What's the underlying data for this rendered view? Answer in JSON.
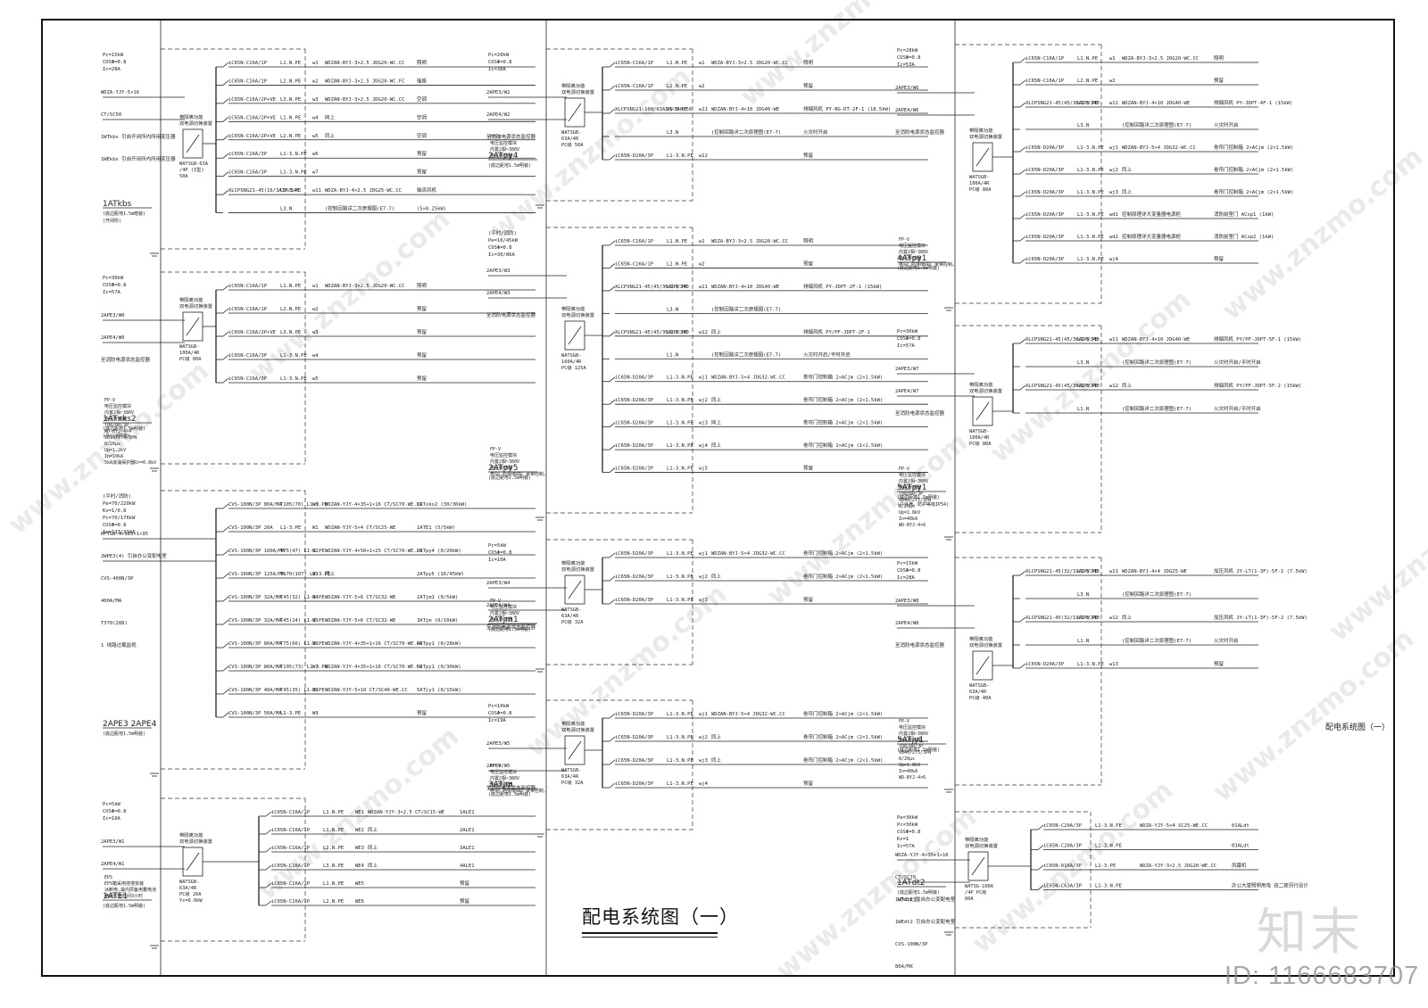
{
  "title": "配电系统图（一）",
  "corner_title": "配电系统图（一）",
  "logo_text": "知末",
  "id_text": "ID: 1166683707",
  "watermark_text": "www.znzmo.com",
  "panels": [
    {
      "name": "1ATkbs",
      "sub1": "(底边距地1.5m暗装)",
      "sub2": "(开闭所)",
      "params": [
        "Pc=15kW",
        "COSΦ=0.8",
        "Ic=28A"
      ],
      "inputs": [
        "WDZA-YJY-5×16",
        "CT/SC50",
        "1WTkbs  引自开闭所内所用变压器",
        "1WEkbs  引自开闭所内所用变压器"
      ],
      "switch": [
        "带隔离功能",
        "双电源切换装置",
        "WATSGB-63A",
        "/4P (I型)",
        "50A"
      ],
      "notes": [],
      "rows": [
        {
          "br": "iC65N-C16A/1P",
          "ph": "L1.N.PE",
          "code": "w1",
          "cable": "WDZAN-BYJ-3×2.5 JDG20-WC.CC",
          "load": "照明"
        },
        {
          "br": "iC65N-C16A/1P",
          "ph": "L2.N.PE",
          "code": "w2",
          "cable": "WDZAN-BYJ-3×2.5 JDG20-WC.FC",
          "load": "插座"
        },
        {
          "br": "iC65N-C16A/2P+VE",
          "ph": "L3.N.PE",
          "code": "w3",
          "cable": "WDZAN-BYJ-3×2.5 JDG20-WC.CC",
          "load": "空调"
        },
        {
          "br": "iC65N-C16A/2P+VE",
          "ph": "L1.N.PE",
          "code": "w4",
          "cable": "同上",
          "load": "空调"
        },
        {
          "br": "iC65N-C16A/2P+VE",
          "ph": "L2.N.PE",
          "code": "w5",
          "cable": "同上",
          "load": "空调"
        },
        {
          "br": "iC65N-C16A/3P",
          "ph": "L1-3.N.PE",
          "code": "w6",
          "cable": "",
          "load": "预留"
        },
        {
          "br": "iC65N-C16A/3P",
          "ph": "L1-3.N.PE",
          "code": "w7",
          "cable": "",
          "load": "预留"
        },
        {
          "br": "XLCPSNG21-45(16/3AIM/340",
          "ph": "L1-3.PE",
          "code": "w11",
          "cable": "WDZA-BYJ-4×2.5 JDG25-WC.CC",
          "load": "轴流风机"
        },
        {
          "br": "",
          "ph": "L3.N",
          "code": "",
          "cable": "(控制回路详二次原理图(E7-7)",
          "load": "(5×0.25kW)"
        }
      ]
    },
    {
      "name": "1ATxks2",
      "sub1": "(底边距地1.5m明装)",
      "sub2": "(办公消防室)",
      "params": [
        "Pc=30kW",
        "COSΦ=0.8",
        "Ic=57A"
      ],
      "inputs": [
        "2APE3/W0",
        "2APE4/W0",
        "至消防电源状态监控器"
      ],
      "switch": [
        "带隔离功能",
        "双电源切换装置",
        "WATSGB-",
        "100A/4R",
        "PC级 80A"
      ],
      "notes": [
        "FP-V",
        "电压监控模块",
        "内置2相~380V",
        "电压传感器",
        "T08/80/3P",
        "WD-BYJ-4×4",
        "VD10/275/3PN",
        "8/20μs",
        "Up=1.2kV",
        "In=10kA",
        "5kA浪涌保护器Ur=0.8kV"
      ],
      "rows": [
        {
          "br": "iC65N-C16A/1P",
          "ph": "L1.N.PE",
          "code": "w1",
          "cable": "WDZAN-BYJ-3×2.5 JDG20-WC.CC",
          "load": "照明"
        },
        {
          "br": "iC65N-C16A/1P",
          "ph": "L2.N.PE",
          "code": "w2",
          "cable": "",
          "load": "预留"
        },
        {
          "br": "iC65N-C16A/2P+VE",
          "ph": "L3.N.PE",
          "code": "w3",
          "cable": "",
          "load": "预留"
        },
        {
          "br": "iC65N-C16A/3P",
          "ph": "L1-3.N.PE",
          "code": "w4",
          "cable": "",
          "load": "预留"
        },
        {
          "br": "iC65N-C16A/3P",
          "ph": "L1-3.N.PE",
          "code": "w5",
          "cable": "",
          "load": "预留"
        }
      ]
    },
    {
      "name": "2APE3 2APE4",
      "sub1": "(底边距地1.5m明装)",
      "sub2": "",
      "params": [
        "(平时/消防)",
        "Pe=70/220kW",
        "Kx=1/0.8",
        "Pc=70/176kW",
        "COSΦ=0.8",
        "Ic=133/334A"
      ],
      "inputs": [
        "HFTGB-4×185+1×95",
        "2WPE3(4)  引自办公变配电室",
        "CVS-400N/3P",
        "400A/MA",
        "T370(288)",
        "1  线路过载监视"
      ],
      "switch": [],
      "notes": [],
      "rows": [
        {
          "br": "CVS-100N/3P 80A/MA",
          "ph": "T105(70) L1-3.PE",
          "code": "W0",
          "cable": "WDZAN-YJY-4×35+1×16 CT/SC70-WE.CC",
          "load": "1ATxks2 (30/30kW)"
        },
        {
          "br": "CVS-100N/3P 20A",
          "ph": "L1-3.PE",
          "code": "W1",
          "cable": "WDZAN-YJY-5×4 CT/SC25-WE",
          "load": "1ATE1 (5/5kW)"
        },
        {
          "br": "CVS-100N/3P 100A/MA",
          "ph": "T75(47) L1-3.PE",
          "code": "W2",
          "cable": "WDZAN-YJY-4×50+1×25 CT/SC70-WE.CC",
          "load": "2ATpy4 (0/20kW)"
        },
        {
          "br": "CVS-160N/3P 125A/MA",
          "ph": "T170(107) L1-3.PE",
          "code": "W3",
          "cable": "同上",
          "load": "2ATpy5 (16/45kW)"
        },
        {
          "br": "CVS-100N/3P 32A/MA",
          "ph": "T45(32) L1-3.PE",
          "code": "W4",
          "cable": "WDZAN-YJY-5×6 CT/SC32-WE",
          "load": "2ATjm1 (0/5kW)"
        },
        {
          "br": "CVS-100N/3P 32A/MA",
          "ph": "T45(24) L1-3.PE",
          "code": "W5",
          "cable": "WDZAN-YJY-5×6 CT/SC32-WE",
          "load": "3ATjm (0/10kW)"
        },
        {
          "br": "CVS-100N/3P 80A/MA",
          "ph": "T75(66) L1-3.PE",
          "code": "W6",
          "cable": "WDZAN-YJY-4×35+1×16 CT/SC70-WE.CC",
          "load": "4ATpy1 (0/28kW)"
        },
        {
          "br": "CVS-100N/3P 80A/MA",
          "ph": "T105(73) L1-3.PE",
          "code": "W7",
          "cable": "WDZAN-YJY-4×35+1×16 CT/SC70-WE.CC",
          "load": "5ATpy1 (0/30kW)"
        },
        {
          "br": "CVS-100N/3P 40A/MA",
          "ph": "T45(35) L1-3.PE",
          "code": "W8",
          "cable": "WDZAN-YJY-5×10 CT/SC40-WE.CC",
          "load": "5ATjy1 (0/15kW)"
        },
        {
          "br": "CVS-100N/3P 50A/MA",
          "ph": "L1-3.PE",
          "code": "W9",
          "cable": "",
          "load": "预留"
        }
      ]
    },
    {
      "name": "1ATE1",
      "sub1": "(底边距地1.5m明装)",
      "sub2": "",
      "params": [
        "Pc=5kW",
        "COSΦ=0.8",
        "Ic=10A"
      ],
      "inputs": [
        "2APE3/W1",
        "2APE4/W1"
      ],
      "switch": [
        "带隔离功能",
        "双电源切换装置",
        "WATSGB-",
        "63A/4R",
        "PC级 20A",
        "Yc=6.0kW"
      ],
      "notes": [
        "EPS",
        "EPS箱采用挂墙安装",
        "冰断电,最内层备用蓄电池",
        "满足应急时间3小时"
      ],
      "rows": [
        {
          "br": "iC65N-C16A/1P",
          "ph": "L1.N.PE",
          "code": "WE1",
          "cable": "WDZAN-YJY-3×2.5 CT/SC15-WE",
          "load": "1ALE1"
        },
        {
          "br": "iC65N-C16A/1P",
          "ph": "L1.N.PE",
          "code": "WE2",
          "cable": "同上",
          "load": "2ALE1"
        },
        {
          "br": "iC65N-C16A/1P",
          "ph": "L2.N.PE",
          "code": "WE3",
          "cable": "同上",
          "load": "3ALE1"
        },
        {
          "br": "iC65N-C16A/1P",
          "ph": "L3.N.PE",
          "code": "WE4",
          "cable": "同上",
          "load": "4ALE1"
        },
        {
          "br": "iC65N-C16A/1P",
          "ph": "L1.N.PE",
          "code": "WE5",
          "cable": "",
          "load": "预留"
        },
        {
          "br": "iC65N-C16A/1P",
          "ph": "L2.N.PE",
          "code": "WE6",
          "cable": "",
          "load": "预留"
        }
      ]
    },
    {
      "name": "2ATpy4",
      "sub1": "(底边距地1.5m明装)",
      "sub2": "",
      "params": [
        "Pc=20kW",
        "COSΦ=0.8",
        "Ic=38A"
      ],
      "inputs": [
        "2APE3/W2",
        "2APE4/W2",
        "至消防电源状态监控器"
      ],
      "switch": [
        "带隔离功能",
        "双电源切换装置",
        "WATSGB-",
        "63A/4R",
        "PC级 50A"
      ],
      "notes": [
        "FP-V",
        "电压监控模块",
        "内置2相~380V",
        "电压传感器"
      ],
      "rows": [
        {
          "br": "iC65N-C16A/1P",
          "ph": "L1.N.PE",
          "code": "w1",
          "cable": "WDZA-BYJ-3×2.5 JDG20-WC.CC",
          "load": "照明"
        },
        {
          "br": "iC65N-C16A/1P",
          "ph": "L2.N.PE",
          "code": "w2",
          "cable": "",
          "load": "预留"
        },
        {
          "br": "XLCPSNG21-100/63AIM/340/50",
          "ph": "L1-3.PE",
          "code": "w11",
          "cable": "WDZAN-BYJ-4×10 JDG40-WE",
          "load": "排烟风机 PY-BG-DT-2F-1 (18.5kW)"
        },
        {
          "br": "",
          "ph": "L3.N",
          "code": "",
          "cable": "(控制回路详二次原理图(E7-7)",
          "load": "火灾时开启"
        },
        {
          "br": "iC65N-D20A/3P",
          "ph": "L1-3.N.PE",
          "code": "w12",
          "cable": "",
          "load": "预留"
        }
      ]
    },
    {
      "name": "2ATpy5",
      "sub1": "(底边距地1.5m明装)",
      "sub2": "",
      "params": [
        "(平时/消防)",
        "Pe=16/45kW",
        "COSΦ=0.8",
        "Ic=30/86A"
      ],
      "inputs": [
        "2APE3/W3",
        "2APE4/W3",
        "至消防电源状态监控器"
      ],
      "switch": [
        "带隔离功能",
        "双电源切换装置",
        "WATSGB-",
        "160A/4R",
        "PC级 125A"
      ],
      "notes": [
        "FP-V",
        "电压监控模块",
        "内置2相~380V",
        "电压传感器",
        "卷帘门控制箱由厂家带控制。"
      ],
      "rows": [
        {
          "br": "iC65N-C16A/1P",
          "ph": "L1.N.PE",
          "code": "w1",
          "cable": "WDZA-BYJ-3×2.5 JDG20-WC.CC",
          "load": "照明"
        },
        {
          "br": "iC65N-C16A/1P",
          "ph": "L2.N.PE",
          "code": "w2",
          "cable": "",
          "load": "预留"
        },
        {
          "br": "XLCPSNG21-45(45/36AIM/340",
          "ph": "L1-3.PE",
          "code": "w11",
          "cable": "WDZAN-BYJ-4×10 JDG40-WE",
          "load": "排烟风机 PY-JDPT-2F-1 (15kW)"
        },
        {
          "br": "",
          "ph": "L3.N",
          "code": "",
          "cable": "(控制回路详二次原理图(E7-7)",
          "load": ""
        },
        {
          "br": "XLCPSNG21-45(45/36AIM/340",
          "ph": "L1-3.PE",
          "code": "w12",
          "cable": "同上",
          "load": "排烟风机 PY/PF-JDPT-2F-1"
        },
        {
          "br": "",
          "ph": "L1.N",
          "code": "",
          "cable": "(控制回路详二次原理图(E7-7)",
          "load": "火灾时开启/平时开启"
        },
        {
          "br": "iC65N-D20A/3P",
          "ph": "L1-3.N.PE",
          "code": "wj1",
          "cable": "WDZAN-BYJ-5×4 JDG32-WC.CC",
          "load": "卷帘门控制箱 2×ACjm (2×1.5kW)"
        },
        {
          "br": "iC65N-D20A/3P",
          "ph": "L1-3.N.PE",
          "code": "wj2",
          "cable": "同上",
          "load": "卷帘门控制箱 2×ACjm (2×1.5kW)"
        },
        {
          "br": "iC65N-D20A/3P",
          "ph": "L1-3.N.PE",
          "code": "wj3",
          "cable": "同上",
          "load": "卷帘门控制箱 2×ACjm (2×1.5kW)"
        },
        {
          "br": "iC65N-D20A/3P",
          "ph": "L1-3.N.PE",
          "code": "wj4",
          "cable": "同上",
          "load": "卷帘门控制箱 1×ACjm (1×1.5kW)"
        },
        {
          "br": "iC65N-D20A/3P",
          "ph": "L1-3.N.PE",
          "code": "wj5",
          "cable": "",
          "load": "预留"
        }
      ]
    },
    {
      "name": "2ATjm1",
      "sub1": "(底边距地1.5m明装)",
      "sub2": "",
      "params": [
        "Pc=5kW",
        "COSΦ=0.8",
        "Ic=10A"
      ],
      "inputs": [
        "2APE3/W4",
        "2APE4/W4",
        "至消防电源状态监控器"
      ],
      "switch": [
        "带隔离功能",
        "双电源切换装置",
        "WATSGB-",
        "63A/4R",
        "PC级 32A"
      ],
      "notes": [
        "FP-V",
        "电压监控模块",
        "内置2相~380V",
        "电压传感器"
      ],
      "rows": [
        {
          "br": "iC65N-D20A/3P",
          "ph": "L1-3.N.PE",
          "code": "wj1",
          "cable": "WDZAN-BYJ-5×4 JDG32-WC.CC",
          "load": "卷帘门控制箱 2×ACjm (2×1.5kW)"
        },
        {
          "br": "iC65N-D20A/3P",
          "ph": "L1-3.N.PE",
          "code": "wj2",
          "cable": "同上",
          "load": "卷帘门控制箱 2×ACjm (2×1.5kW)"
        },
        {
          "br": "iC65N-D20A/3P",
          "ph": "L1-3.N.PE",
          "code": "wj3",
          "cable": "",
          "load": "预留"
        }
      ]
    },
    {
      "name": "3ATjm",
      "sub1": "(底边距地1.5m明装)",
      "sub2": "",
      "params": [
        "Pc=10kW",
        "COSΦ=0.8",
        "Ic=19A"
      ],
      "inputs": [
        "2APE3/W5",
        "2APE4/W5",
        "至消防电源状态监控器"
      ],
      "switch": [
        "带隔离功能",
        "双电源切换装置",
        "WATSGB-",
        "63A/4R",
        "PC级 32A"
      ],
      "notes": [
        "FP-V",
        "电压监控模块",
        "内置2相~380V",
        "电压传感器",
        "卷帘门控制箱由厂家带控制。"
      ],
      "rows": [
        {
          "br": "iC65N-D20A/3P",
          "ph": "L1-3.N.PE",
          "code": "wj1",
          "cable": "WDZAN-BYJ-5×4 JDG32-WC.CC",
          "load": "卷帘门控制箱 2×ACjm (2×1.5kW)"
        },
        {
          "br": "iC65N-D20A/3P",
          "ph": "L1-3.N.PE",
          "code": "wj2",
          "cable": "同上",
          "load": "卷帘门控制箱 2×ACjm (2×1.5kW)"
        },
        {
          "br": "iC65N-D20A/3P",
          "ph": "L1-3.N.PE",
          "code": "wj3",
          "cable": "同上",
          "load": "卷帘门控制箱 2×ACjm (2×1.5kW)"
        },
        {
          "br": "iC65N-D20A/3P",
          "ph": "L1-3.N.PE",
          "code": "wj4",
          "cable": "",
          "load": "预留"
        }
      ]
    },
    {
      "name": "4ATpy1",
      "sub1": "(底边距地1.5m明装)",
      "sub2": "",
      "params": [
        "Pc=28kW",
        "COSΦ=0.8",
        "Ic=53A"
      ],
      "inputs": [
        "2APE3/W6",
        "2APE4/W6",
        "至消防电源状态监控器"
      ],
      "switch": [
        "带隔离功能",
        "双电源切换装置",
        "WATSGB-",
        "100A/4R",
        "PC级 80A"
      ],
      "notes": [
        "FP-V",
        "电压监控模块",
        "内置2相~380V",
        "电压传感器",
        "卷帘门控制箱由厂家带控制。"
      ],
      "rows": [
        {
          "br": "iC65N-C16A/1P",
          "ph": "L1.N.PE",
          "code": "w1",
          "cable": "WDZA-BYJ-3×2.5 JDG20-WC.CC",
          "load": "照明"
        },
        {
          "br": "iC65N-C16A/1P",
          "ph": "L2.N.PE",
          "code": "w2",
          "cable": "",
          "load": "预留"
        },
        {
          "br": "XLCPSNG21-45(45/36AIM/340",
          "ph": "L1-3.PE",
          "code": "w11",
          "cable": "WDZAN-BYJ-4×10 JDG40-WE",
          "load": "排烟风机 PY-JDPT-4F-1 (15kW)"
        },
        {
          "br": "",
          "ph": "L3.N",
          "code": "",
          "cable": "(控制回路详二次原理图(E7-7)",
          "load": "火灾时开启"
        },
        {
          "br": "iC65N-D20A/3P",
          "ph": "L1-3.N.PE",
          "code": "wj1",
          "cable": "WDZAN-BYJ-5×4 JDG32-WC.CC",
          "load": "卷帘门控制箱 2×ACjm (2×1.5kW)"
        },
        {
          "br": "iC65N-D20A/3P",
          "ph": "L1-3.N.PE",
          "code": "wj2",
          "cable": "同上",
          "load": "卷帘门控制箱 2×ACjm (2×1.5kW)"
        },
        {
          "br": "iC65N-D20A/3P",
          "ph": "L1-3.N.PE",
          "code": "wj3",
          "cable": "同上",
          "load": "卷帘门控制箱 2×ACjm (2×1.5kW)"
        },
        {
          "br": "iC65N-D20A/3P",
          "ph": "L1-3.N.PE",
          "code": "wd1",
          "cable": "控制原理详大变量器电源柜",
          "load": "消防前室门 ACxp1 (1kW)"
        },
        {
          "br": "iC65N-D20A/3P",
          "ph": "L1-3.N.PE",
          "code": "wd2",
          "cable": "控制原理详大变量器电源柜",
          "load": "消防前室门 ACxp2 (1kW)"
        },
        {
          "br": "iC65N-D20A/3P",
          "ph": "L1-3.N.PE",
          "code": "wj4",
          "cable": "",
          "load": "预留"
        }
      ]
    },
    {
      "name": "5ATpy1",
      "sub1": "(底边距地1.5m明装)",
      "sub2": "(户外满，防护等级IP54)",
      "params": [
        "Pc=30kW",
        "COSΦ=0.8",
        "Ic=57A"
      ],
      "inputs": [
        "2APE3/W7",
        "2APE4/W7",
        "至消防电源状态监控器"
      ],
      "switch": [
        "带隔离功能",
        "双电源切换装置",
        "WATSGB-",
        "100A/4R",
        "PC级 80A"
      ],
      "notes": [
        "FP-V",
        "电压监控模块",
        "内置2相~380V",
        "电压传感器",
        "T08/80/3P",
        "VB40/275/3PN",
        "8/20μs",
        "Up=1.8kV",
        "In=40kA",
        "WD-BYJ-4×6"
      ],
      "rows": [
        {
          "br": "XLCPSNG21-45(45/36AIM/340",
          "ph": "L1-3.PE",
          "code": "w11",
          "cable": "WDZAN-BYJ-4×10 JDG40-WE",
          "load": "排烟风机 PY/PF-JDPT-5F-1 (15kW)"
        },
        {
          "br": "",
          "ph": "L3.N",
          "code": "",
          "cable": "(控制回路详二次原理图(E7-7)",
          "load": "火灾时开启/平时开启"
        },
        {
          "br": "XLCPSNG21-45(45/36AIM/340",
          "ph": "L1-3.PE",
          "code": "w12",
          "cable": "同上",
          "load": "排烟风机 PY/PF-JDPT-5F-2 (15kW)"
        },
        {
          "br": "",
          "ph": "L1.N",
          "code": "",
          "cable": "(控制回路详二次原理图(E7-7)",
          "load": "火灾时开启/平时开启"
        }
      ]
    },
    {
      "name": "5ATjy1",
      "sub1": "(底边距地1.5m明装)",
      "sub2": "",
      "params": [
        "Pc=15kW",
        "COSΦ=0.8",
        "Ic=28A"
      ],
      "inputs": [
        "2APE3/W8",
        "2APE4/W8",
        "至消防电源状态监控器"
      ],
      "switch": [
        "带隔离功能",
        "双电源切换装置",
        "WATSGB-",
        "63A/4R",
        "PC级 40A"
      ],
      "notes": [
        "FP-V",
        "电压监控模块",
        "内置2相~380V",
        "电压传感器",
        "T08/80/3P",
        "VB40/275/3PN",
        "8/20μs",
        "Up=1.8kV",
        "In=40kA",
        "WD-BYJ-4×6"
      ],
      "rows": [
        {
          "br": "XLCPSNG21-45(32/19AIM/340",
          "ph": "L1-3.PE",
          "code": "w11",
          "cable": "WDZAN-BYJ-4×4 JDG25-WE",
          "load": "加压风机 JY-LT(1-3F)-5F-1 (7.5kW)"
        },
        {
          "br": "",
          "ph": "L3.N",
          "code": "",
          "cable": "(控制回路详二次原理图(E7-7)",
          "load": ""
        },
        {
          "br": "XLCPSNG21-45(32/19AIM/340",
          "ph": "L1-3.PE",
          "code": "w12",
          "cable": "同上",
          "load": "加压风机 JY-LT(1-3F)-5F-2 (7.5kW)"
        },
        {
          "br": "",
          "ph": "L1.N",
          "code": "",
          "cable": "(控制回路详二次原理图(E7-7)",
          "load": "火灾时开启"
        },
        {
          "br": "iC65N-D20A/3P",
          "ph": "L1-3.N.PE",
          "code": "w13",
          "cable": "",
          "load": "预留"
        }
      ]
    },
    {
      "name": "1ATdt2",
      "sub1": "(底边距地1.5m明装)",
      "sub2": "(办公大堂)",
      "params": [
        "Pe=30kW",
        "Pc=30kW",
        "COSΦ=0.8",
        "Kx=1",
        "Ic=57A"
      ],
      "inputs": [
        "WDZA-YJY-4×35+1×16",
        "CT/SC70",
        "1WTdt2  引自办公变配电室",
        "1WEdt2  引自办公变配电室",
        "CVS-100N/3P",
        "80A/MX"
      ],
      "switch": [
        "带隔离功能",
        "双电源切换装置",
        "WATSG-100A",
        "/4P  PC级",
        "80A"
      ],
      "notes": [],
      "rows": [
        {
          "br": "iC65N-C20A/3P",
          "ph": "L1-3.N.PE",
          "code": "",
          "cable": "WDZA-YJY-5×4 SC25-WE.CC",
          "load": "01ALdt"
        },
        {
          "br": "iC65N-C20A/3P",
          "ph": "L1-3.N.PE",
          "code": "",
          "cable": "",
          "load": "03ALdt"
        },
        {
          "br": "iC65N-D16A/3P",
          "ph": "L1-3.PE",
          "code": "",
          "cable": "WDZA-YJY-3×2.5 JDG20-WE.CC",
          "load": "风幕机"
        },
        {
          "br": "iC65N-C63A/3P",
          "ph": "L1-3.N.PE",
          "code": "",
          "cable": "",
          "load": "办公大堂照明用电 由二装另行设计"
        }
      ]
    }
  ]
}
